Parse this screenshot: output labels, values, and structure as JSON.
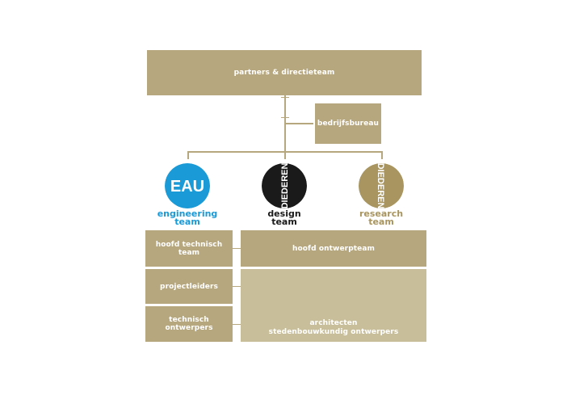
{
  "top": {
    "partners": "partners & directieteam",
    "bureau": "bedrijfsbureau"
  },
  "teams": [
    {
      "logo_text": "EAU",
      "line1": "engineering",
      "line2": "team",
      "color": "#1a9ad6",
      "logo_bg": "#1a9ad6"
    },
    {
      "logo_text": "DIEDEREN",
      "line1": "design",
      "line2": "team",
      "color": "#1a1a1a",
      "logo_bg": "#1a1a1a"
    },
    {
      "logo_text": "DIEDEREN",
      "line1": "research",
      "line2": "team",
      "color": "#a8955f",
      "logo_bg": "#a8955f"
    }
  ],
  "roles": {
    "hoofd_technisch": "hoofd technisch team",
    "projectleiders": "projectleiders",
    "technisch_ontwerpers": "technisch ontwerpers",
    "hoofd_ontwerp": "hoofd ontwerpteam",
    "architecten": "architecten",
    "stedenbouw": "stedenbouwkundig ontwerpers"
  },
  "colors": {
    "gold": "#b7a77e",
    "gold_light": "#c8be9a"
  }
}
